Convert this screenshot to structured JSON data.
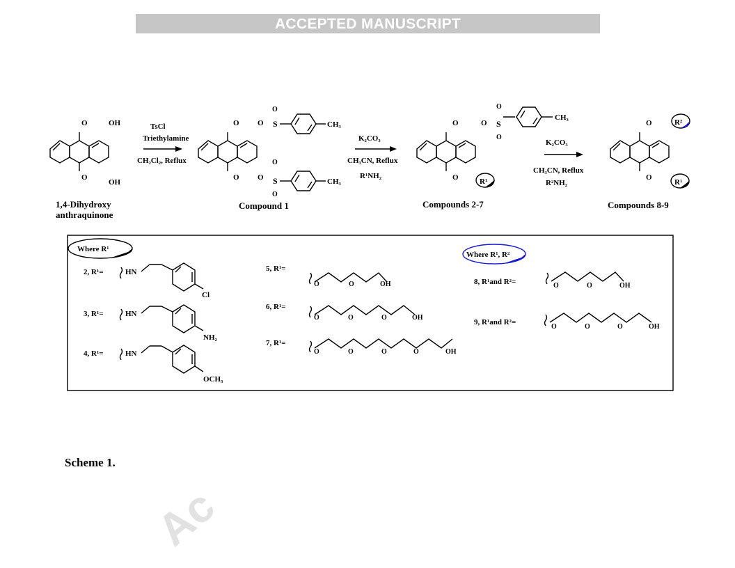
{
  "header": {
    "banner": "ACCEPTED MANUSCRIPT"
  },
  "scheme": {
    "start_name_1": "1,4-Dihydroxy",
    "start_name_2": "anthraquinone",
    "step1": {
      "reagent1": "TsCl",
      "reagent2": "Triethylamine",
      "solvent": "CH₂Cl₂, Reflux"
    },
    "step2": {
      "reagent1": "K₂CO₃",
      "solvent": "CH₃CN, Reflux",
      "amine": "R¹NH₂"
    },
    "step3": {
      "reagent1": "K₂CO₃",
      "solvent": "CH₃CN, Reflux",
      "amine": "R²NH₂"
    },
    "compound1_label": "Compound 1",
    "compound27_label": "Compounds 2-7",
    "compound89_label": "Compounds 8-9",
    "atom_O": "O",
    "atom_OH": "OH",
    "atom_S": "S",
    "atom_CH3": "CH₃",
    "r1": "R¹",
    "r2": "R²"
  },
  "legend": {
    "where_r1": "Where R¹",
    "where_r1r2": "Where R¹, R²",
    "c2": "2, R¹=",
    "c3": "3, R¹=",
    "c4": "4, R¹=",
    "c5": "5, R¹=",
    "c6": "6, R¹=",
    "c7": "7, R¹=",
    "c8": "8, R¹and R²=",
    "c9": "9, R¹and R²=",
    "hn": "HN",
    "cl": "Cl",
    "nh2": "NH₂",
    "och3": "OCH₃",
    "oh": "OH",
    "o": "O"
  },
  "caption": "Scheme 1.",
  "watermark": "Ac"
}
